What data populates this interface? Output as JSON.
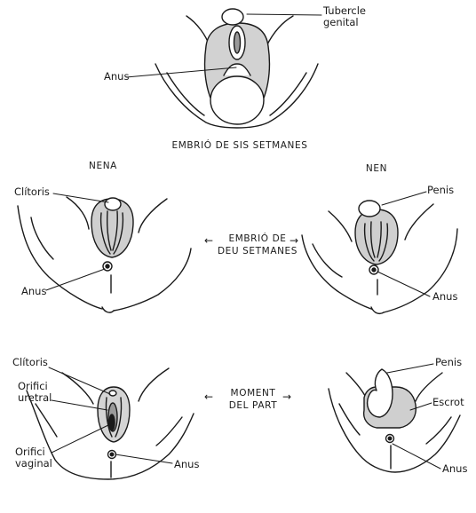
{
  "top": {
    "caption": "EMBRIÓ DE SIS SETMANES",
    "labels": {
      "tubercle_line1": "Tubercle",
      "tubercle_line2": "genital",
      "anus": "Anus"
    }
  },
  "middle": {
    "girl_heading": "NENA",
    "boy_heading": "NEN",
    "caption_line1": "EMBRIÓ DE",
    "caption_line2": "DEU SETMANES",
    "girl_labels": {
      "clitoris": "Clítoris",
      "anus": "Anus"
    },
    "boy_labels": {
      "penis": "Penis",
      "anus": "Anus"
    }
  },
  "bottom": {
    "caption_line1": "MOMENT",
    "caption_line2": "DEL PART",
    "girl_labels": {
      "clitoris": "Clítoris",
      "urethral_line1": "Orifici",
      "urethral_line2": "uretral",
      "vaginal_line1": "Orifici",
      "vaginal_line2": "vaginal",
      "anus": "Anus"
    },
    "boy_labels": {
      "penis": "Penis",
      "scrotum": "Escrot",
      "anus": "Anus"
    }
  },
  "arrows": {
    "left": "←",
    "right": "→"
  },
  "colors": {
    "line": "#1a1a1a",
    "shade": "#cfcfcf",
    "shade_dark": "#9a9a9a",
    "skin": "#ffffff"
  }
}
